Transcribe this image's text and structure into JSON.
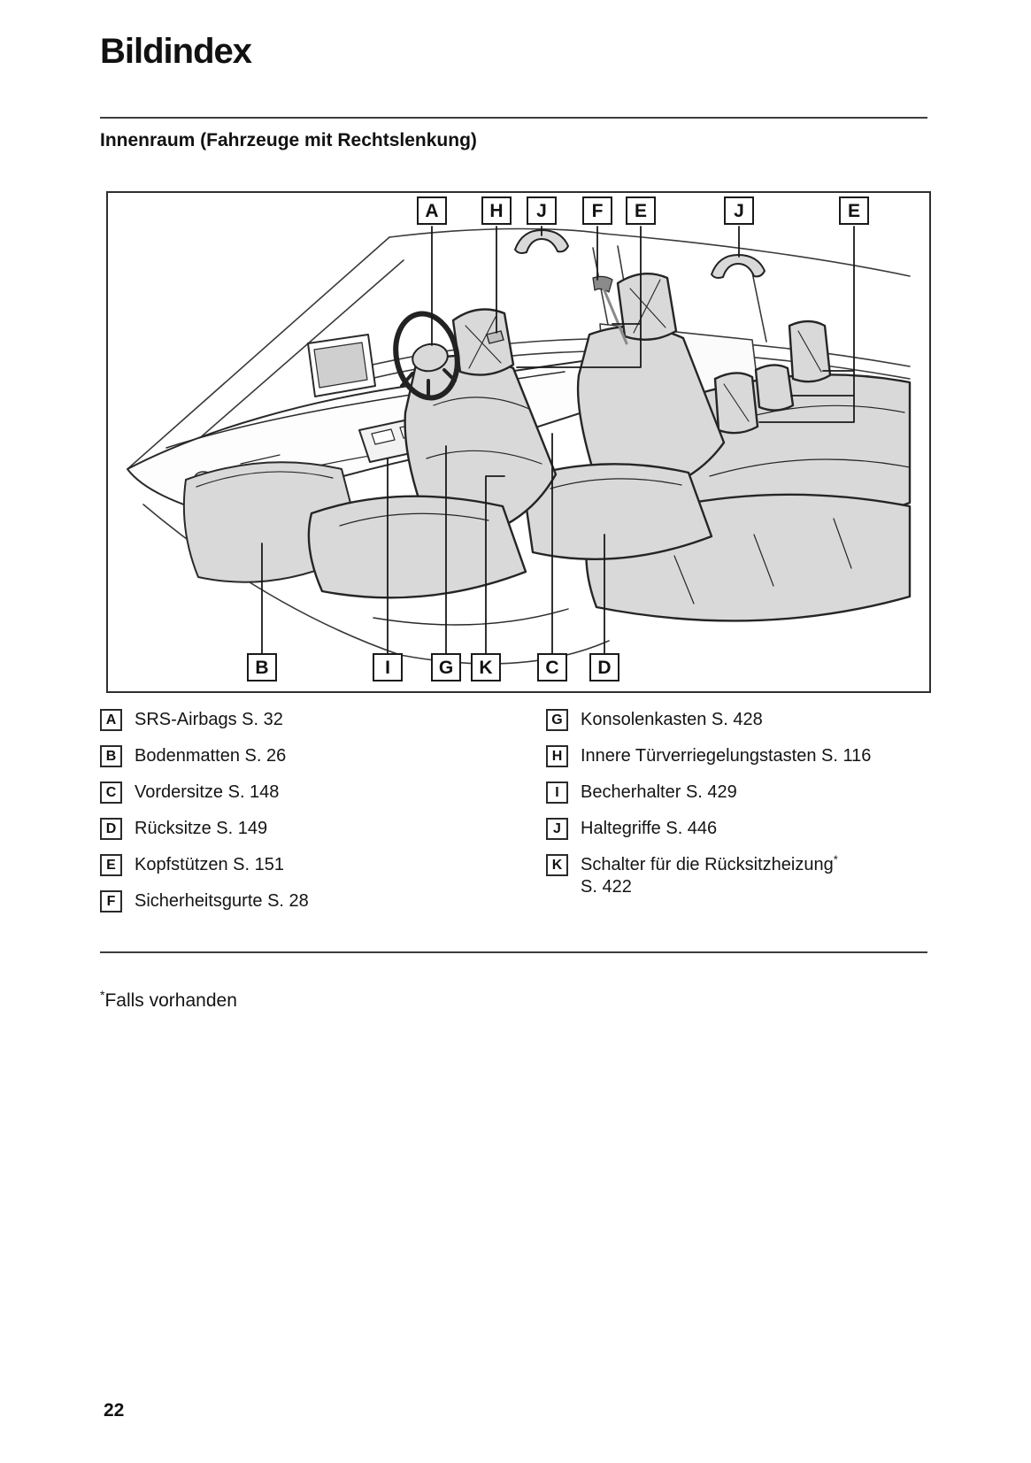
{
  "page": {
    "title": "Bildindex",
    "section_heading": "Innenraum (Fahrzeuge mit Rechtslenkung)",
    "footnote_marker": "*",
    "footnote_text": "Falls vorhanden",
    "page_number": "22"
  },
  "diagram": {
    "top_callouts": [
      {
        "label": "A"
      },
      {
        "label": "H"
      },
      {
        "label": "J"
      },
      {
        "label": "F"
      },
      {
        "label": "E"
      },
      {
        "label": "J"
      },
      {
        "label": "E"
      }
    ],
    "bottom_callouts": [
      {
        "label": "B"
      },
      {
        "label": "I"
      },
      {
        "label": "G"
      },
      {
        "label": "K"
      },
      {
        "label": "C"
      },
      {
        "label": "D"
      }
    ]
  },
  "legend": {
    "left": [
      {
        "key": "A",
        "text": "SRS-Airbags S. 32"
      },
      {
        "key": "B",
        "text": "Bodenmatten S. 26"
      },
      {
        "key": "C",
        "text": "Vordersitze S. 148"
      },
      {
        "key": "D",
        "text": "Rücksitze S. 149"
      },
      {
        "key": "E",
        "text": "Kopfstützen S. 151"
      },
      {
        "key": "F",
        "text": "Sicherheitsgurte S. 28"
      }
    ],
    "right": [
      {
        "key": "G",
        "text": "Konsolenkasten S. 428"
      },
      {
        "key": "H",
        "text": "Innere Türverriegelungstasten S. 116"
      },
      {
        "key": "I",
        "text": "Becherhalter S. 429"
      },
      {
        "key": "J",
        "text": "Haltegriffe S. 446"
      },
      {
        "key": "K",
        "text": "Schalter für die Rücksitzheizung",
        "sup": "*",
        "text2": "S. 422"
      }
    ]
  }
}
